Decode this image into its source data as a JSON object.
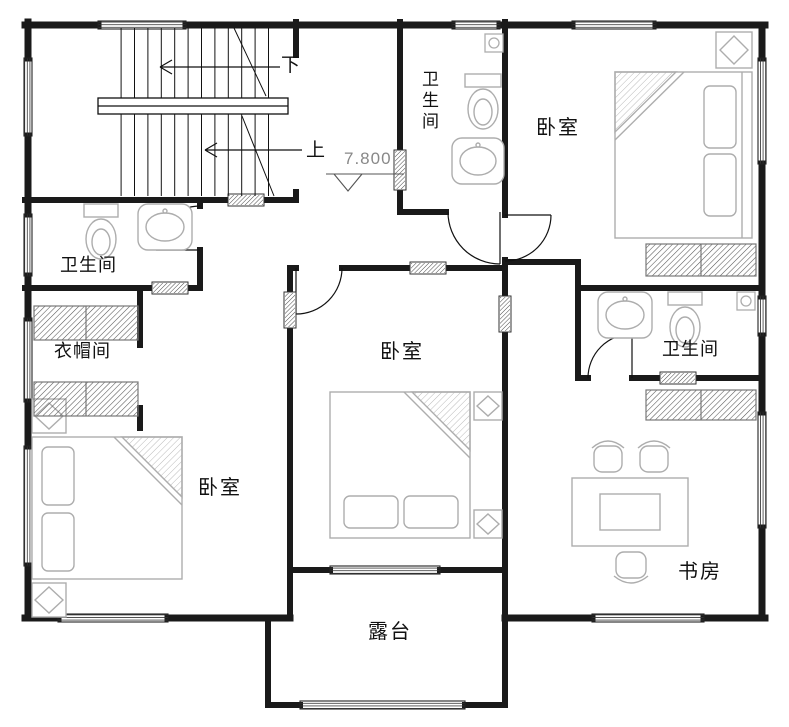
{
  "plan": {
    "title": "second-floor-plan",
    "annotations": {
      "stairs_down": "下",
      "stairs_up": "上",
      "elevation": "7.800"
    },
    "rooms": {
      "bathroom_top": "卫生间",
      "bedroom_top_right": "卧室",
      "bathroom_left": "卫生间",
      "cloakroom": "衣帽间",
      "bedroom_left": "卧室",
      "bedroom_center": "卧室",
      "bathroom_right": "卫生间",
      "study": "书房",
      "terrace": "露台"
    },
    "colors": {
      "wall": "#1a1a1a",
      "furniture": "#adadad",
      "annotation": "#888888",
      "background": "#ffffff"
    }
  }
}
